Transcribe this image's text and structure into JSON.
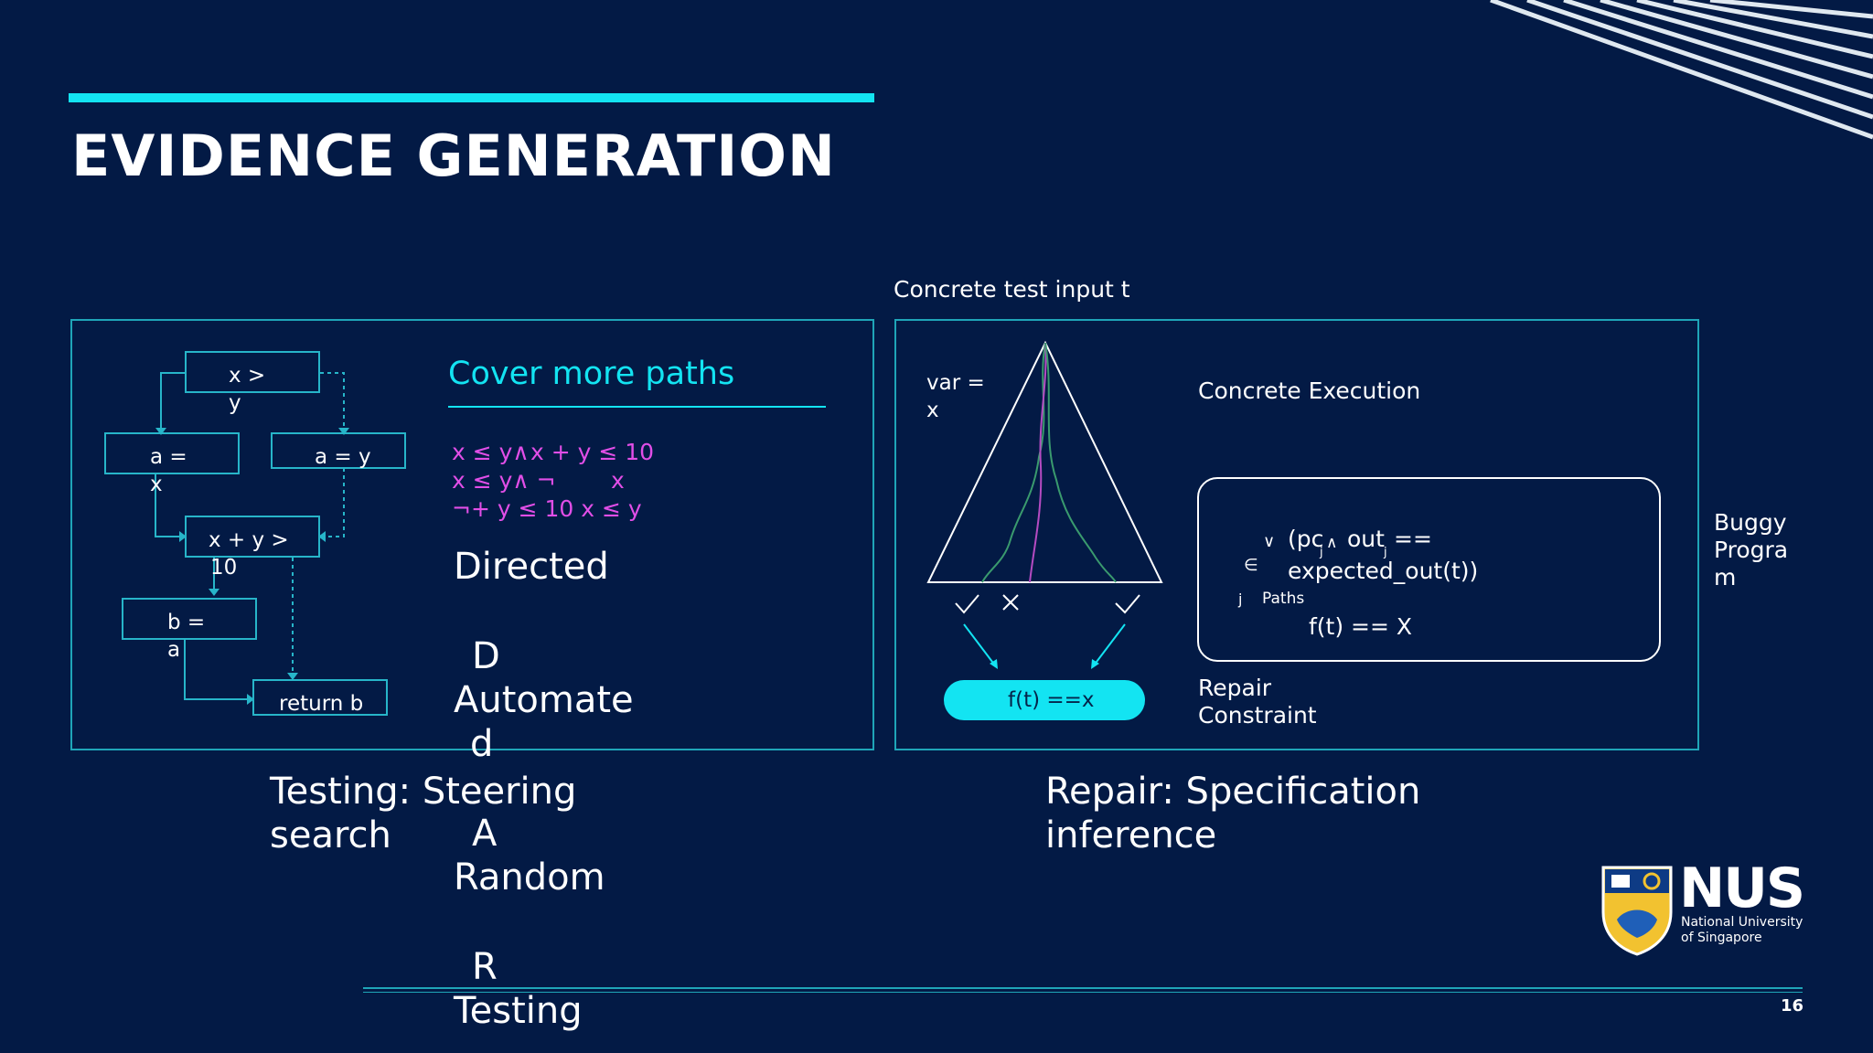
{
  "slide": {
    "title": "EVIDENCE GENERATION",
    "page_number": "16",
    "colors": {
      "background": "#031a45",
      "accent": "#13e4f2",
      "magenta": "#e14ee7",
      "box_border": "#1fa5b8"
    }
  },
  "left_panel": {
    "nodes": {
      "cond1_a": "x >",
      "cond1_b": "y",
      "assign_a1": "a =",
      "assign_a2": "x",
      "assign_ay": "a = y",
      "cond2_a": "x + y >",
      "cond2_b": "10",
      "assign_b1": "b =",
      "assign_b2": "a",
      "ret": "return b"
    },
    "heading": "Cover more paths",
    "constraints": {
      "l1a": "x ≤ y∧",
      "l1b": "x + y ≤ 10",
      "l2a": "x ≤ y∧ ¬",
      "l2b": "x",
      "l3": "¬+ y ≤ 10 x ≤ y"
    },
    "overlay": {
      "w1": "Directed",
      "w2": "D",
      "w3": "Automate",
      "w4": "d",
      "w5": "A",
      "w6": "Random",
      "w7": "R",
      "w8": "Testing"
    },
    "caption_line1": "Testing: Steering",
    "caption_line2": "search"
  },
  "right_panel": {
    "top_label": "Concrete test input t",
    "var_a": "var =",
    "var_b": "x",
    "exec_label": "Concrete Execution",
    "formula": {
      "or": "∨",
      "line1": "(pc",
      "sub1": "j",
      "and": "∧",
      "out": "out",
      "sub2": "j",
      "eq": "==",
      "line2": "expected_out(t))",
      "in": "∈",
      "j": "j",
      "paths": "Paths",
      "fx": "f(t) == X"
    },
    "pill": "f(t) ==x",
    "repair_a": "Repair",
    "repair_b": "Constraint",
    "buggy_a": "Buggy",
    "buggy_b": "Progra",
    "buggy_c": "m",
    "caption_line1": "Repair: Specification",
    "caption_line2": "inference"
  },
  "logo": {
    "name": "NUS",
    "line1": "National University",
    "line2": "of Singapore"
  }
}
